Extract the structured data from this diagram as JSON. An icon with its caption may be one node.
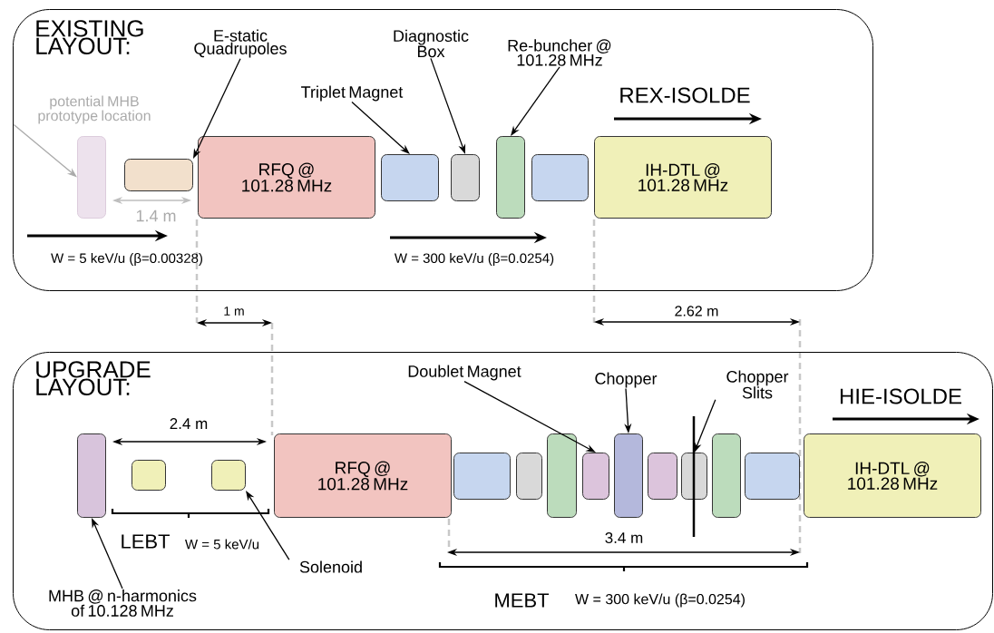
{
  "diagram": {
    "nodes": [
      {
        "text": [
          "EXISTING LAYOUT:"
        ]
      },
      {
        "text": [
          "UPGRADE LAYOUT:"
        ]
      },
      {
        "text": [
          "potential MHB prototype location"
        ],
        "in": 0
      },
      {
        "text": [],
        "shape": "box",
        "in": 0
      },
      {
        "text": [
          "E-static Quadrupoles"
        ],
        "in": 0
      },
      {
        "text": [],
        "shape": "box",
        "in": 0
      },
      {
        "text": [
          "RFQ @ 101.28 MHz"
        ],
        "in": 0
      },
      {
        "text": [
          "Triplet Magnet"
        ],
        "in": 0
      },
      {
        "text": [],
        "shape": "box",
        "in": 0
      },
      {
        "text": [
          "Diagnostic Box"
        ],
        "in": 0
      },
      {
        "text": [],
        "shape": "box",
        "in": 0
      },
      {
        "text": [
          "Re-buncher @ 101.28 MHz"
        ],
        "in": 0
      },
      {
        "text": [],
        "shape": "box",
        "in": 0
      },
      {
        "text": [],
        "shape": "box",
        "in": 0
      },
      {
        "text": [
          "IH-DTL @ 101.28 MHz"
        ],
        "in": 0
      },
      {
        "text": [],
        "shape": "box",
        "in": 1
      },
      {
        "text": [],
        "shape": "box",
        "in": 1
      },
      {
        "text": [],
        "shape": "box",
        "in": 1
      },
      {
        "text": [
          "RFQ @ 101.28 MHz"
        ],
        "in": 1
      },
      {
        "text": [],
        "shape": "box",
        "in": 1
      },
      {
        "text": [],
        "shape": "box",
        "in": 1
      },
      {
        "text": [],
        "shape": "box",
        "in": 1
      },
      {
        "text": [],
        "shape": "box",
        "in": 1
      },
      {
        "text": [],
        "shape": "box",
        "in": 1
      },
      {
        "text": [],
        "shape": "box",
        "in": 1
      },
      {
        "text": [],
        "shape": "box",
        "in": 1
      },
      {
        "text": [],
        "shape": "box",
        "in": 1
      },
      {
        "text": [],
        "shape": "box",
        "in": 1
      },
      {
        "text": [
          "IH-DTL @ 101.28 MHz"
        ],
        "in": 1
      },
      {
        "text": [
          "Doublet Magnet"
        ],
        "in": 1
      },
      {
        "text": [
          "Chopper"
        ],
        "in": 1
      },
      {
        "text": [
          "Chopper Slits"
        ],
        "in": 1
      },
      {
        "text": [
          "Solenoid"
        ],
        "in": 1
      },
      {
        "text": [
          "MHB @ n-harmonics of 10.128 MHz"
        ],
        "in": 1
      }
    ],
    "edges": [
      {
        "from": 2,
        "to": 3,
        "arrow": "to",
        "color": "#aaaaaa"
      },
      {
        "from": 4,
        "to": 5,
        "arrow": "to"
      },
      {
        "from": 7,
        "to": 8,
        "arrow": "to"
      },
      {
        "from": 9,
        "to": 10,
        "arrow": "to"
      },
      {
        "from": 11,
        "to": 12,
        "arrow": "to"
      },
      {
        "from": 29,
        "to": 22,
        "arrow": "to"
      },
      {
        "from": 30,
        "to": 23,
        "arrow": "to"
      },
      {
        "from": 31,
        "to": 25,
        "arrow": "to"
      },
      {
        "from": 32,
        "to": 17,
        "arrow": "to"
      },
      {
        "from": 33,
        "to": 15,
        "arrow": "to"
      }
    ],
    "labels": [
      "REX-ISOLDE",
      "1.4 m",
      "W = 5 keV/u (β=0.00328)",
      "W = 300 keV/u (β=0.0254)",
      "1 m",
      "2.62 m",
      "HIE-ISOLDE",
      "2.4 m",
      "3.4 m",
      "LEBT",
      "W = 5 keV/u",
      "MEBT",
      "W = 300 keV/u (β=0.0254)"
    ]
  }
}
